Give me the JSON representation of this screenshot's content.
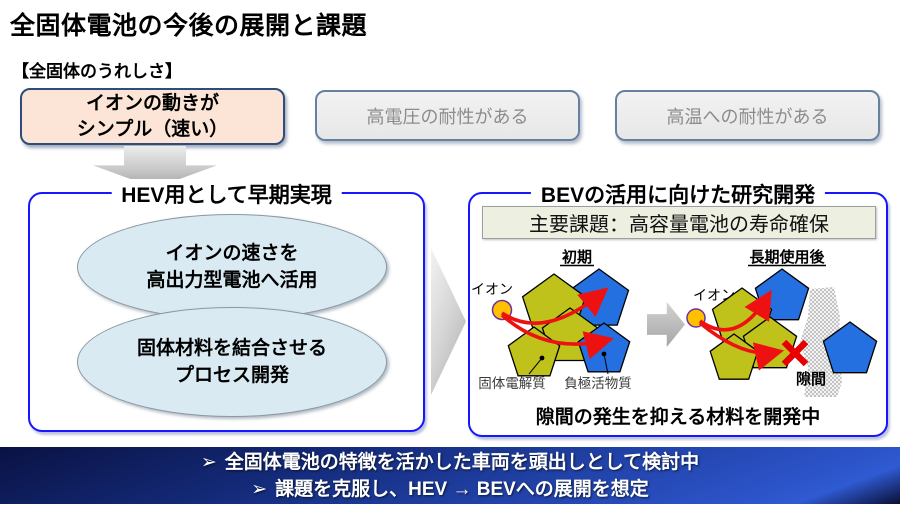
{
  "title": "全固体電池の今後の展開と課題",
  "benefits": {
    "heading": "【全固体のうれしさ】",
    "box1": {
      "line1": "イオンの動きが",
      "line2": "シンプル（速い）"
    },
    "box2": {
      "label": "高電圧の耐性がある"
    },
    "box3": {
      "label": "高温への耐性がある"
    }
  },
  "hev_panel": {
    "title": "HEV用として早期実現",
    "ellipse1": {
      "line1": "イオンの速さを",
      "line2": "高出力型電池へ活用"
    },
    "ellipse2": {
      "line1": "固体材料を結合させる",
      "line2": "プロセス開発"
    }
  },
  "bev_panel": {
    "title": "BEVの活用に向けた研究開発",
    "key_issue": "主要課題：高容量電池の寿命確保",
    "initial": {
      "title": "初期",
      "ion": "イオン",
      "solid_electrolyte": "固体電解質",
      "anode_material": "負極活物質"
    },
    "after": {
      "title": "長期使用後",
      "ion": "イオン",
      "gap": "隙間"
    },
    "note": "隙間の発生を抑える材料を開発中"
  },
  "footer": {
    "bullet": "➢",
    "line1": "全固体電池の特徴を活かした車両を頭出しとして検討中",
    "line2": "課題を克服し、HEV → BEVへの展開を想定"
  },
  "colors": {
    "panel_border_blue": "#1616ff",
    "benefit_peach": "#fce5d6",
    "benefit_border_navy": "#2e4d7b",
    "ellipse_blue": "#d9eaf2",
    "key_issue_bg": "#edf0e1",
    "pentagon_olive": "#c0c21c",
    "pentagon_blue": "#2470e0",
    "ion_yellow": "#ffc000",
    "arrow_red": "#ee1111",
    "banner_blue": "#1e3d9e"
  }
}
